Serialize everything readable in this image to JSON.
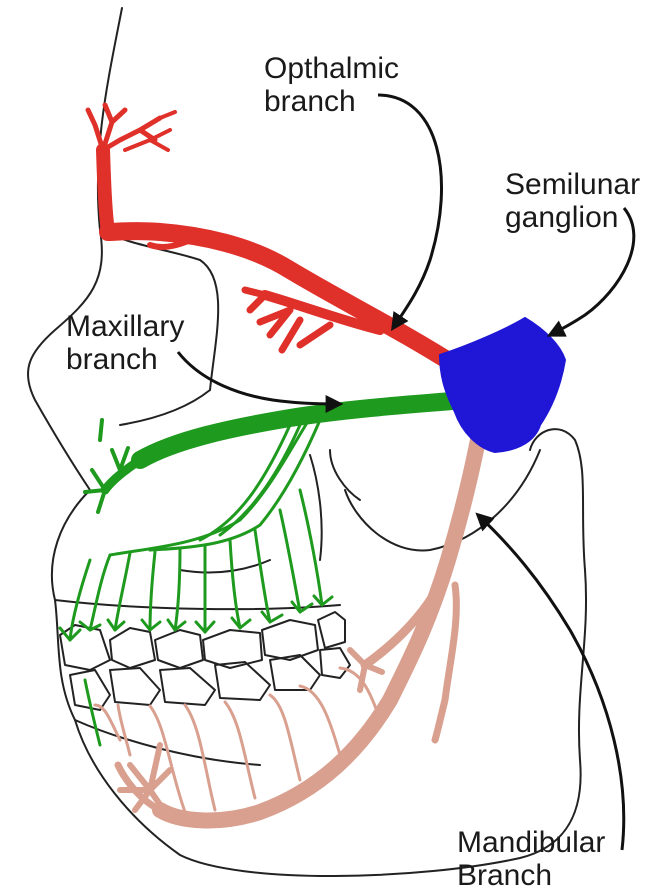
{
  "labels": {
    "ophthalmic": {
      "line1": "Opthalmic",
      "line2": "branch"
    },
    "semilunar": {
      "line1": "Semilunar",
      "line2": "ganglion"
    },
    "maxillary": {
      "line1": "Maxillary",
      "line2": "branch"
    },
    "mandibular": {
      "line1": "Mandibular",
      "line2": "Branch"
    }
  },
  "colors": {
    "ophthalmic_branch": "#e0302a",
    "maxillary_branch": "#1e9a1e",
    "mandibular_branch": "#d9a08f",
    "semilunar_ganglion": "#1f16d6",
    "skull_outline": "#222222",
    "arrow": "#111111"
  }
}
